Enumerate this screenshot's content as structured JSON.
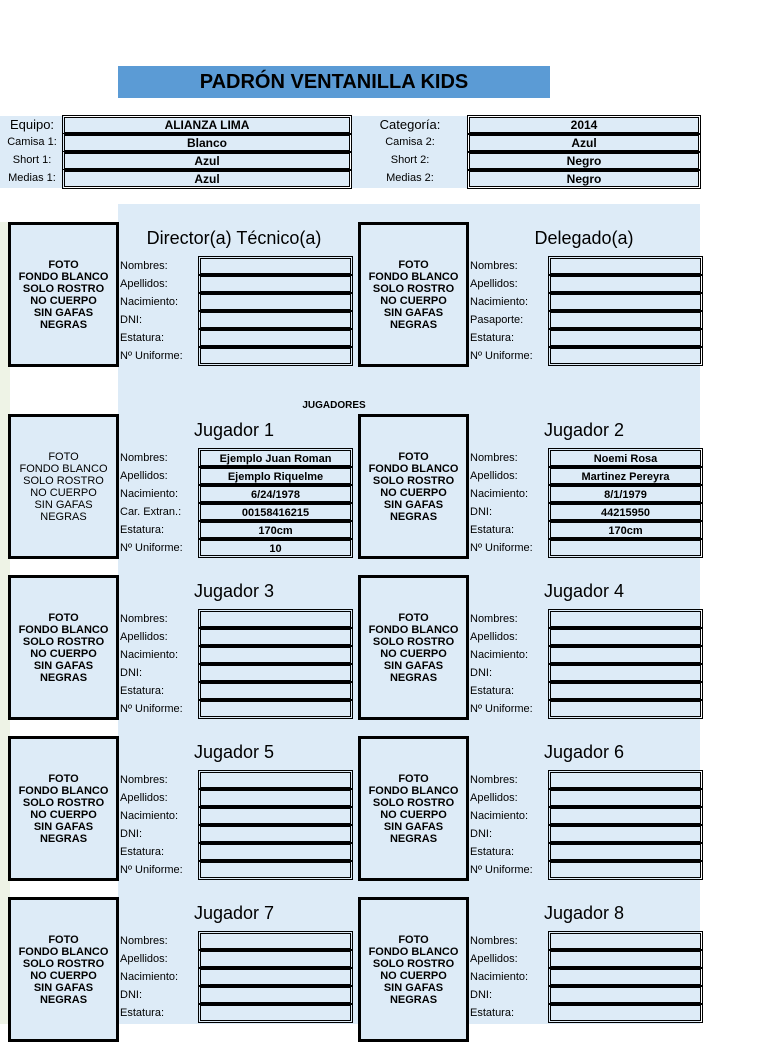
{
  "title": "PADRÓN  VENTANILLA KIDS",
  "team": {
    "left": [
      {
        "label": "Equipo:",
        "value": "ALIANZA LIMA"
      },
      {
        "label": "Camisa 1:",
        "value": "Blanco"
      },
      {
        "label": "Short 1:",
        "value": "Azul"
      },
      {
        "label": "Medias 1:",
        "value": "Azul"
      }
    ],
    "right": [
      {
        "label": "Categoría:",
        "value": "2014"
      },
      {
        "label": "Camisa 2:",
        "value": "Azul"
      },
      {
        "label": "Short 2:",
        "value": "Negro"
      },
      {
        "label": "Medias 2:",
        "value": "Negro"
      }
    ]
  },
  "photo_text": [
    "FOTO",
    "FONDO BLANCO",
    "SOLO ROSTRO",
    "NO CUERPO",
    "SIN GAFAS NEGRAS"
  ],
  "section_label": "JUGADORES",
  "persons": [
    {
      "title": "Director(a) Técnico(a)",
      "bold_photo": true,
      "fields": [
        {
          "label": "Nombres:",
          "value": ""
        },
        {
          "label": "Apellidos:",
          "value": ""
        },
        {
          "label": "Nacimiento:",
          "value": ""
        },
        {
          "label": "DNI:",
          "value": ""
        },
        {
          "label": "Estatura:",
          "value": ""
        },
        {
          "label": "Nº Uniforme:",
          "value": ""
        }
      ]
    },
    {
      "title": "Delegado(a)",
      "bold_photo": true,
      "fields": [
        {
          "label": "Nombres:",
          "value": ""
        },
        {
          "label": "Apellidos:",
          "value": ""
        },
        {
          "label": "Nacimiento:",
          "value": ""
        },
        {
          "label": "Pasaporte:",
          "value": ""
        },
        {
          "label": "Estatura:",
          "value": ""
        },
        {
          "label": "Nº Uniforme:",
          "value": ""
        }
      ]
    },
    {
      "title": "Jugador 1",
      "bold_photo": false,
      "fields": [
        {
          "label": "Nombres:",
          "value": "Ejemplo Juan Roman"
        },
        {
          "label": "Apellidos:",
          "value": "Ejemplo Riquelme"
        },
        {
          "label": "Nacimiento:",
          "value": "6/24/1978"
        },
        {
          "label": "Car. Extran.:",
          "value": "00158416215"
        },
        {
          "label": "Estatura:",
          "value": "170cm"
        },
        {
          "label": "Nº Uniforme:",
          "value": "10"
        }
      ]
    },
    {
      "title": "Jugador 2",
      "bold_photo": true,
      "fields": [
        {
          "label": "Nombres:",
          "value": "Noemi Rosa"
        },
        {
          "label": "Apellidos:",
          "value": "Martinez Pereyra"
        },
        {
          "label": "Nacimiento:",
          "value": "8/1/1979"
        },
        {
          "label": "DNI:",
          "value": "44215950"
        },
        {
          "label": "Estatura:",
          "value": "170cm"
        },
        {
          "label": "Nº Uniforme:",
          "value": ""
        }
      ]
    },
    {
      "title": "Jugador 3",
      "bold_photo": true,
      "fields": [
        {
          "label": "Nombres:",
          "value": ""
        },
        {
          "label": "Apellidos:",
          "value": ""
        },
        {
          "label": "Nacimiento:",
          "value": ""
        },
        {
          "label": "DNI:",
          "value": ""
        },
        {
          "label": "Estatura:",
          "value": ""
        },
        {
          "label": "Nº Uniforme:",
          "value": ""
        }
      ]
    },
    {
      "title": "Jugador 4",
      "bold_photo": true,
      "fields": [
        {
          "label": "Nombres:",
          "value": ""
        },
        {
          "label": "Apellidos:",
          "value": ""
        },
        {
          "label": "Nacimiento:",
          "value": ""
        },
        {
          "label": "DNI:",
          "value": ""
        },
        {
          "label": "Estatura:",
          "value": ""
        },
        {
          "label": "Nº Uniforme:",
          "value": ""
        }
      ]
    },
    {
      "title": "Jugador 5",
      "bold_photo": true,
      "fields": [
        {
          "label": "Nombres:",
          "value": ""
        },
        {
          "label": "Apellidos:",
          "value": ""
        },
        {
          "label": "Nacimiento:",
          "value": ""
        },
        {
          "label": "DNI:",
          "value": ""
        },
        {
          "label": "Estatura:",
          "value": ""
        },
        {
          "label": "Nº Uniforme:",
          "value": ""
        }
      ]
    },
    {
      "title": "Jugador 6",
      "bold_photo": true,
      "fields": [
        {
          "label": "Nombres:",
          "value": ""
        },
        {
          "label": "Apellidos:",
          "value": ""
        },
        {
          "label": "Nacimiento:",
          "value": ""
        },
        {
          "label": "DNI:",
          "value": ""
        },
        {
          "label": "Estatura:",
          "value": ""
        },
        {
          "label": "Nº Uniforme:",
          "value": ""
        }
      ]
    },
    {
      "title": "Jugador 7",
      "bold_photo": true,
      "fields": [
        {
          "label": "Nombres:",
          "value": ""
        },
        {
          "label": "Apellidos:",
          "value": ""
        },
        {
          "label": "Nacimiento:",
          "value": ""
        },
        {
          "label": "DNI:",
          "value": ""
        },
        {
          "label": "Estatura:",
          "value": ""
        }
      ]
    },
    {
      "title": "Jugador 8",
      "bold_photo": true,
      "fields": [
        {
          "label": "Nombres:",
          "value": ""
        },
        {
          "label": "Apellidos:",
          "value": ""
        },
        {
          "label": "Nacimiento:",
          "value": ""
        },
        {
          "label": "DNI:",
          "value": ""
        },
        {
          "label": "Estatura:",
          "value": ""
        }
      ]
    }
  ]
}
